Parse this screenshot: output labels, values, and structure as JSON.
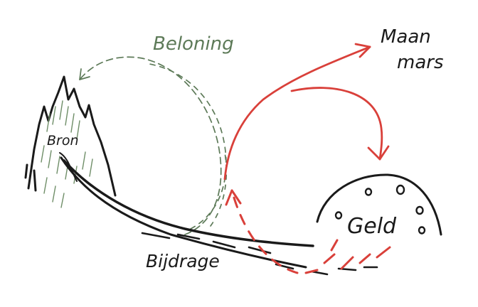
{
  "labels": {
    "reward": "Beloning",
    "source": "Bron",
    "contribution": "Bijdrage",
    "money": "Geld",
    "moon": "Maan",
    "mars": "mars"
  },
  "colors": {
    "ink": "#1a1a1a",
    "green": "#5d7a58",
    "red": "#d9403a",
    "background": "#ffffff"
  }
}
